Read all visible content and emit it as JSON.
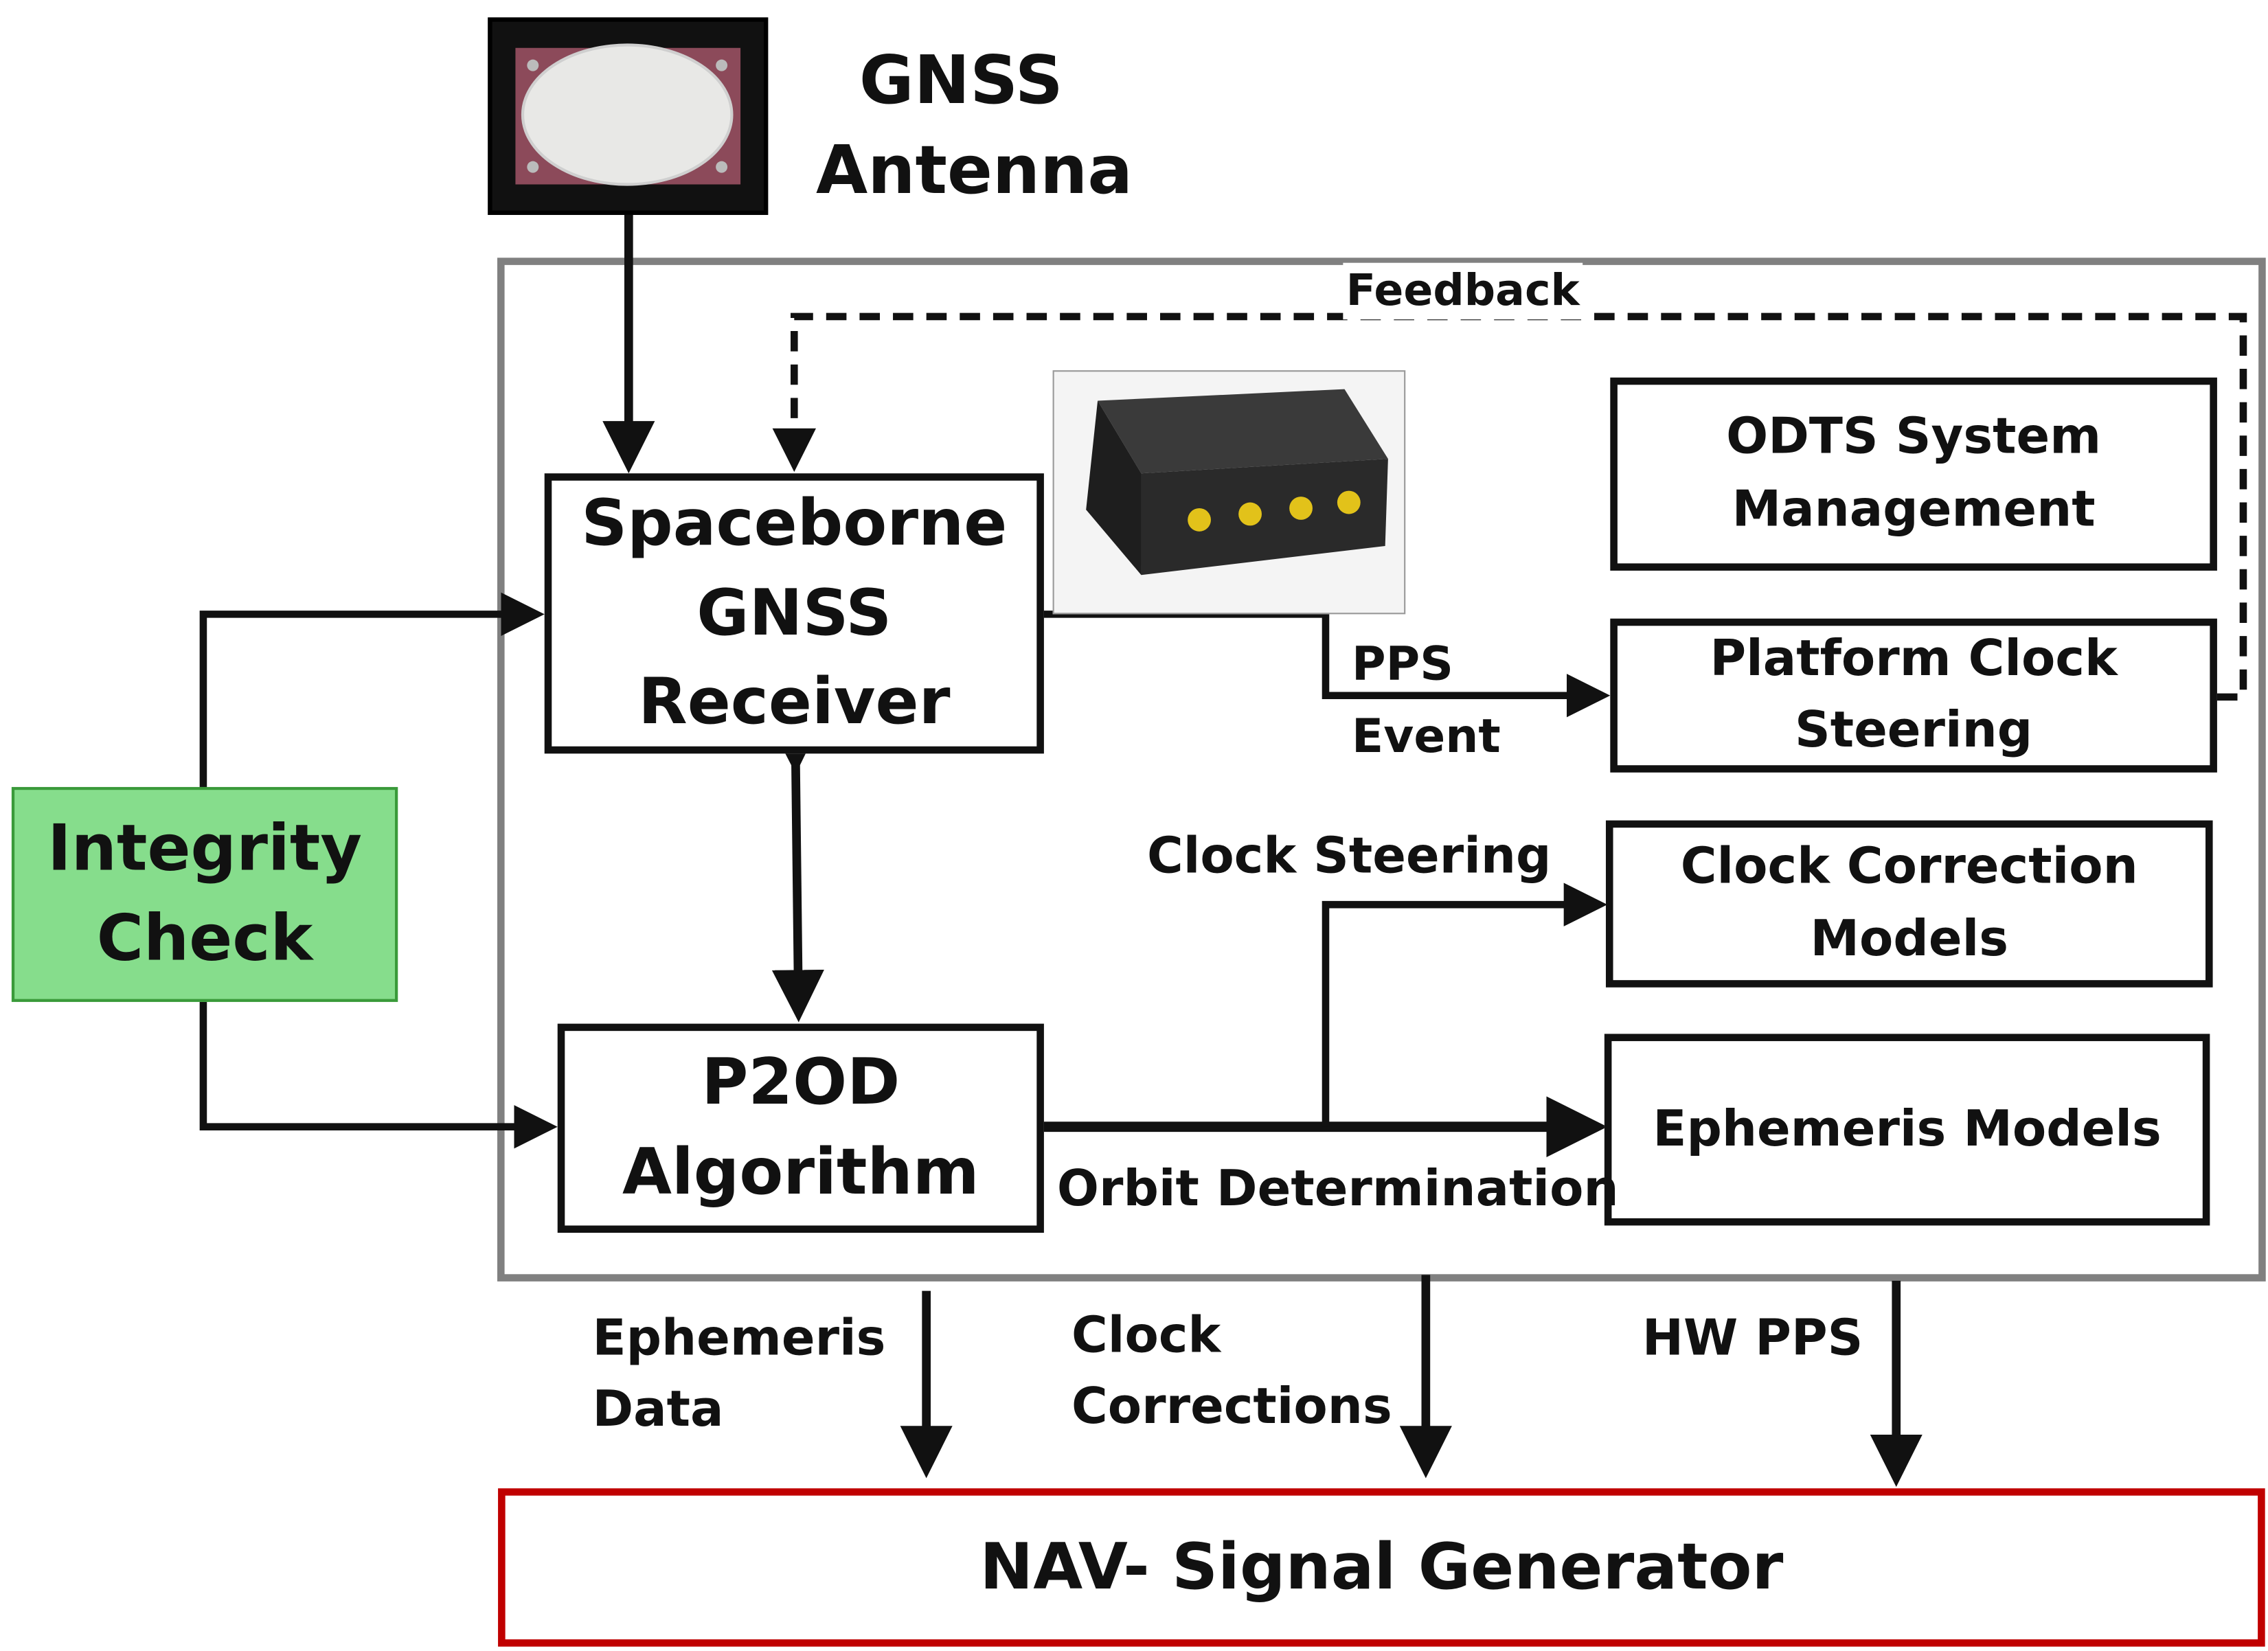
{
  "antenna": {
    "label": "GNSS\nAntenna"
  },
  "feedback_label": "Feedback",
  "receiver": {
    "label": "Spaceborne\nGNSS\nReceiver"
  },
  "p2od": {
    "label": "P2OD\nAlgorithm"
  },
  "integrity": {
    "label": "Integrity\nCheck"
  },
  "odts": {
    "label": "ODTS System\nManagement"
  },
  "platform_clock": {
    "label": "Platform Clock\nSteering"
  },
  "clock_models": {
    "label": "Clock Correction\nModels"
  },
  "ephemeris_models": {
    "label": "Ephemeris Models"
  },
  "nav_generator": {
    "label": "NAV- Signal Generator"
  },
  "edge_labels": {
    "pps_event": "PPS\nEvent",
    "clock_steering": "Clock Steering",
    "orbit_determination": "Orbit Determination",
    "ephemeris_data": "Ephemeris\nData",
    "clock_corrections": "Clock\nCorrections",
    "hw_pps": "HW PPS"
  },
  "colors": {
    "integrity_fill": "#86dd8c",
    "integrity_border": "#3a9a3a",
    "nav_border": "#c00000",
    "system_border": "#808080"
  }
}
